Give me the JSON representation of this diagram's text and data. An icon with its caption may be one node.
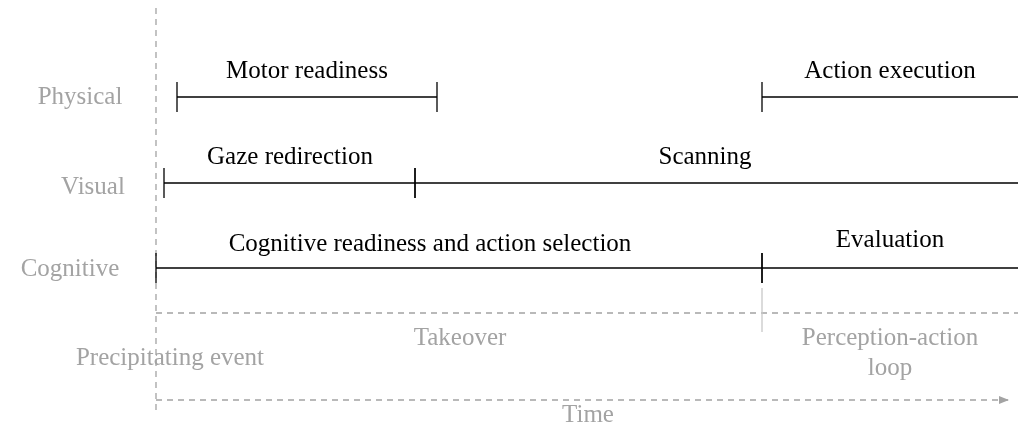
{
  "diagram": {
    "labels": [
      "Motor readiness",
      "Action execution",
      "Physical",
      "Gaze redirection",
      "Scanning",
      "Visual",
      "Cognitive readiness and action selection",
      "Evaluation",
      "Cognitive",
      "Precipitating event",
      "Takeover",
      "Perception-action loop",
      "Time"
    ]
  }
}
